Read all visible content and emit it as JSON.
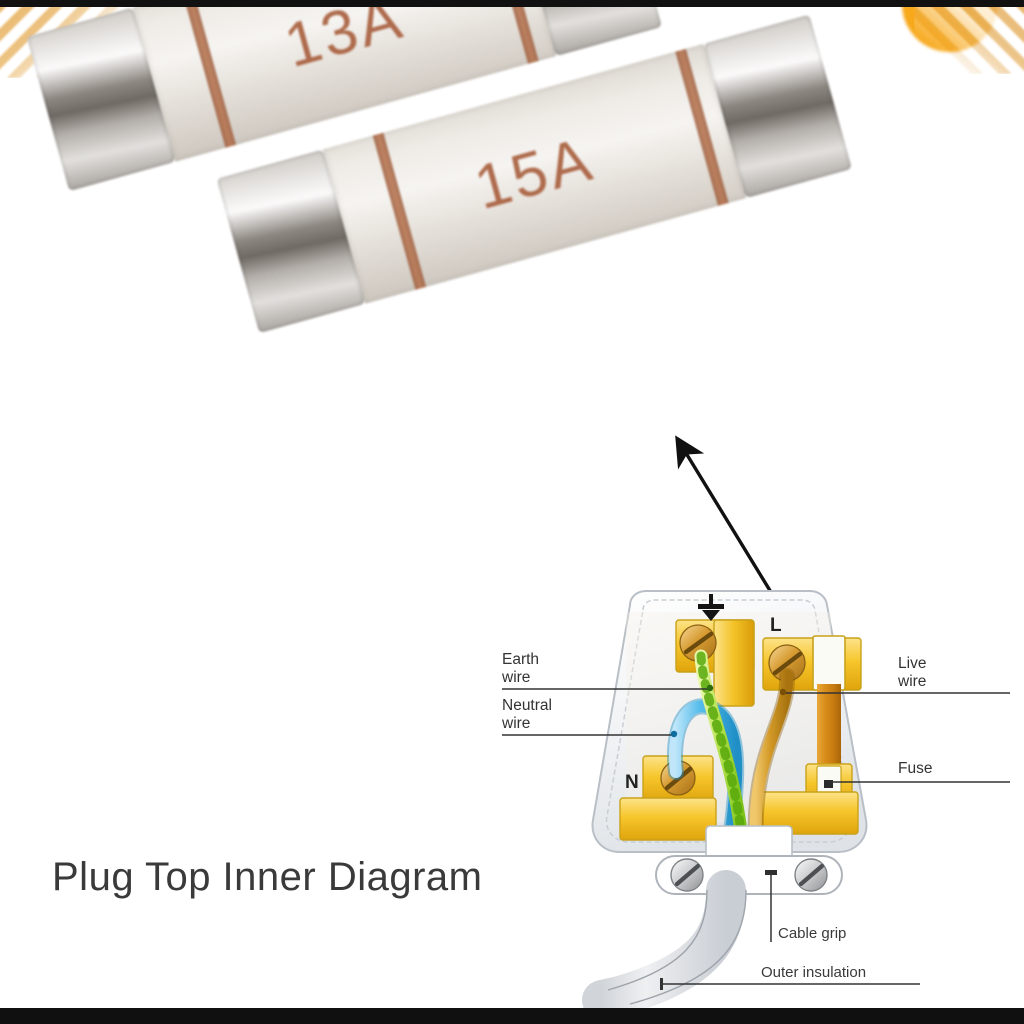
{
  "page": {
    "title": "Plug Top Inner Diagram",
    "background_color": "#ffffff",
    "top_bar_color": "#111111",
    "bottom_bar_color": "#101010"
  },
  "decorations": {
    "top_left": "diagonal-stripes-orange",
    "top_right_stripes": "diagonal-stripes-orange",
    "top_right_sun": "orange-circle",
    "stripe_color": "#e8b463",
    "sun_color": "#f7a81b"
  },
  "photo": {
    "name": "uk-plug-fuses-photo",
    "fuses": [
      {
        "rating": "13A",
        "sublabel": "",
        "band_color": "#9c5c3c",
        "body_color": "#efece7",
        "cap_color": "#cfcbc6"
      },
      {
        "rating": "15A",
        "sublabel": "",
        "band_color": "#9c5c3c",
        "body_color": "#efece7",
        "cap_color": "#cfcbc6"
      }
    ]
  },
  "diagram": {
    "name": "plug-top-inner-diagram",
    "pointer_arrow": {
      "from": "fuse-in-plug",
      "to": "fuse-photo",
      "color": "#111111"
    },
    "terminals": {
      "earth_letter": "",
      "earth_symbol": "earth-ground-symbol",
      "live_letter": "L",
      "neutral_letter": "N"
    },
    "labels": [
      {
        "id": "earth-wire",
        "line1": "Earth",
        "line2": "wire",
        "side": "left"
      },
      {
        "id": "neutral-wire",
        "line1": "Neutral",
        "line2": "wire",
        "side": "left"
      },
      {
        "id": "live-wire",
        "line1": "Live",
        "line2": "wire",
        "side": "right"
      },
      {
        "id": "fuse",
        "line1": "Fuse",
        "line2": "",
        "side": "right"
      },
      {
        "id": "cable-grip",
        "line1": "Cable grip",
        "line2": "",
        "side": "bottom"
      },
      {
        "id": "outer-insulation",
        "line1": "Outer insulation",
        "line2": "",
        "side": "bottom"
      }
    ],
    "colors": {
      "earth_wire": "#9fe04a",
      "earth_wire_stripe": "#f2f7b0",
      "neutral_wire": "#4fb8e8",
      "live_wire": "#c98a22",
      "brass": "#f2c437",
      "brass_dark": "#d89f12",
      "casing": "#eceef0",
      "label_line": "#333333"
    }
  }
}
